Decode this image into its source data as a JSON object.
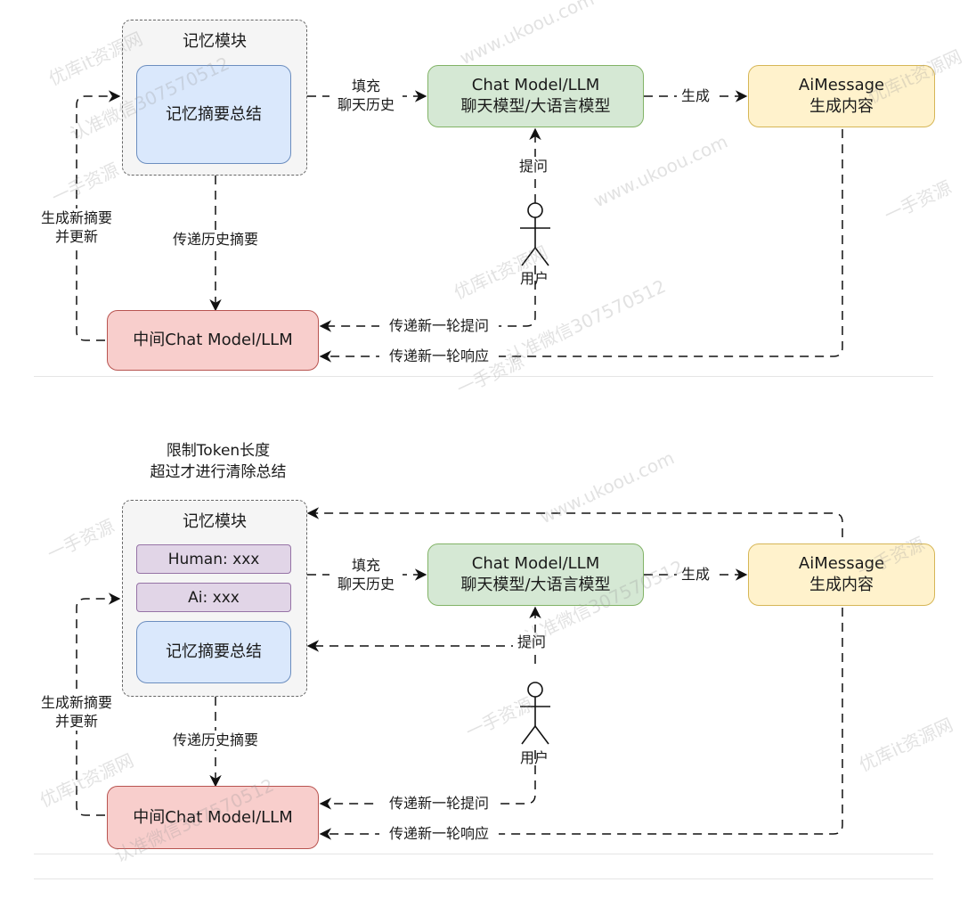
{
  "panel1": {
    "memory_module": "记忆模块",
    "summary": "记忆摘要总结",
    "fill_label": "填充\n聊天历史",
    "chat_model": "Chat Model/LLM\n聊天模型/大语言模型",
    "generate_label": "生成",
    "ai_message": "AiMessage\n生成内容",
    "ask_label": "提问",
    "user_label": "用户",
    "pass_summary_label": "传递历史摘要",
    "gen_new_summary_label": "生成新摘要\n并更新",
    "middle_model": "中间Chat Model/LLM",
    "pass_question_label": "传递新一轮提问",
    "pass_response_label": "传递新一轮响应"
  },
  "panel2": {
    "token_limit_note": "限制Token长度\n超过才进行清除总结",
    "memory_module": "记忆模块",
    "human_item": "Human: xxx",
    "ai_item": "Ai: xxx",
    "summary": "记忆摘要总结",
    "fill_label": "填充\n聊天历史",
    "chat_model": "Chat Model/LLM\n聊天模型/大语言模型",
    "generate_label": "生成",
    "ai_message": "AiMessage\n生成内容",
    "ask_label": "提问",
    "user_label": "用户",
    "pass_summary_label": "传递历史摘要",
    "gen_new_summary_label": "生成新摘要\n并更新",
    "middle_model": "中间Chat Model/LLM",
    "pass_question_label": "传递新一轮提问",
    "pass_response_label": "传递新一轮响应"
  },
  "watermarks": {
    "site_cn": "优库it资源网",
    "site_url": "www.ukoou.com",
    "wechat": "认准微信307570512",
    "slogan": "一手资源"
  }
}
